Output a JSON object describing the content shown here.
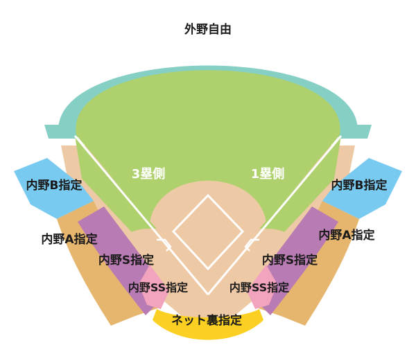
{
  "sections": {
    "outfield_free": "外野自由",
    "third_base_side": "3塁側",
    "first_base_side": "1塁側",
    "infield_b_left": "内野B指定",
    "infield_b_right": "内野B指定",
    "infield_a_left": "内野A指定",
    "infield_a_right": "内野A指定",
    "infield_s_left": "内野S指定",
    "infield_s_right": "内野S指定",
    "infield_ss_left": "内野SS指定",
    "infield_ss_right": "内野SS指定",
    "backnet": "ネット裏指定"
  },
  "colors": {
    "outfield_stand": "#86cfc4",
    "field_grass": "#afd16d",
    "dirt": "#eec9a6",
    "infield_b": "#79caf1",
    "infield_a": "#e6b66e",
    "infield_s": "#b97bb4",
    "infield_ss": "#f2a3bd",
    "backnet": "#fbd022",
    "lines": "#ffffff"
  }
}
